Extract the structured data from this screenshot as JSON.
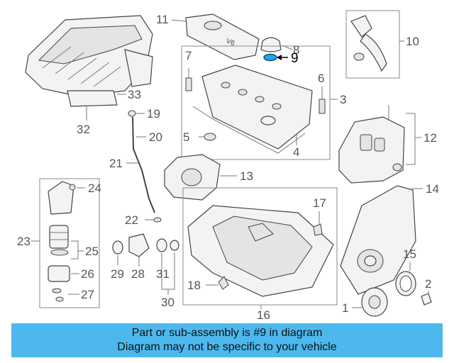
{
  "callouts": {
    "c1": "1",
    "c2": "2",
    "c3": "3",
    "c4": "4",
    "c5": "5",
    "c6": "6",
    "c7": "7",
    "c8": "8",
    "c9": "9",
    "c10": "10",
    "c11": "11",
    "c12": "12",
    "c13": "13",
    "c14": "14",
    "c15": "15",
    "c16": "16",
    "c17": "17",
    "c18": "18",
    "c19": "19",
    "c20": "20",
    "c21": "21",
    "c22": "22",
    "c23": "23",
    "c24": "24",
    "c25": "25",
    "c26": "26",
    "c27": "27",
    "c28": "28",
    "c29": "29",
    "c30": "30",
    "c31": "31",
    "c32": "32",
    "c33": "33"
  },
  "highlight": {
    "part_number": "9",
    "color": "#2aa3e6"
  },
  "banner": {
    "line1": "Part or sub-assembly is #9 in diagram",
    "line2": "Diagram may not be specific to your vehicle",
    "color": "#4db8ee"
  }
}
